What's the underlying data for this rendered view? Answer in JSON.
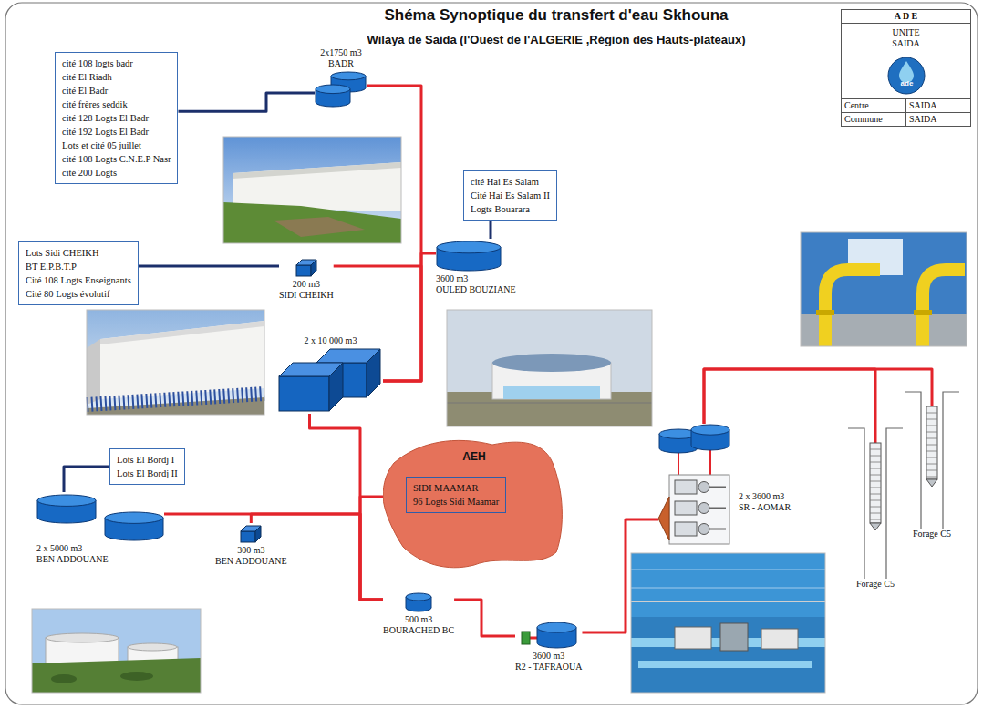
{
  "diagram": {
    "title": "Shéma Synoptique du transfert d'eau Skhouna",
    "nodes": [
      {
        "text": [
          "cité 108 logts badr",
          "cité El Riadh",
          "cité El Badr",
          "cité frères seddik",
          "cité 128 Logts El Badr",
          "cité 192 Logts El Badr",
          "Lots et cité 05 juillet",
          "cité 108 Logts C.N.E.P Nasr",
          "cité 200 Logts"
        ]
      },
      {
        "text": [
          "2x1750 m3",
          "BADR"
        ]
      },
      {
        "text": [
          "cité Hai Es Salam",
          "Cité Hai Es Salam II",
          "Logts Bouarara"
        ]
      },
      {
        "text": [
          "Lots Sidi CHEIKH",
          "BT E.P.B.T.P",
          "Cité 108 Logts Enseignants",
          "Cité 80 Logts évolutif"
        ]
      },
      {
        "text": [
          "200 m3",
          "SIDI CHEIKH"
        ]
      },
      {
        "text": [
          "3600 m3",
          "OULED BOUZIANE"
        ]
      },
      {
        "text": [
          "2 x 10 000 m3"
        ]
      },
      {
        "text": [
          "Lots El Bordj I",
          "Lots El Bordj II"
        ]
      },
      {
        "text": [
          "AEH"
        ]
      },
      {
        "text": [
          "SIDI MAAMAR",
          "96 Logts Sidi Maamar"
        ],
        "in": 8
      },
      {
        "text": [
          "2 x 5000 m3",
          "BEN ADDOUANE"
        ]
      },
      {
        "text": [
          "300 m3",
          "BEN ADDOUANE"
        ]
      },
      {
        "text": [
          "500 m3",
          "BOURACHED BC"
        ]
      },
      {
        "text": [
          "3600 m3",
          "R2 - TAFRAOUA"
        ]
      },
      {
        "text": [
          "2 x 3600 m3",
          "SR - AOMAR"
        ]
      },
      {
        "text": [
          "Forage C5"
        ]
      },
      {
        "text": [
          "Forage C5"
        ]
      },
      {
        "text": [
          "A D E",
          "UNITE SAIDA",
          "ade",
          "Centre",
          "SAIDA",
          "Commune",
          "SAIDA"
        ]
      }
    ],
    "edges": [
      {
        "from": 15,
        "to": 14,
        "arrow": "none"
      },
      {
        "from": 16,
        "to": 14,
        "arrow": "none"
      },
      {
        "from": 14,
        "to": 13,
        "arrow": "none"
      },
      {
        "from": 13,
        "to": 12,
        "arrow": "none"
      },
      {
        "from": 12,
        "to": 6,
        "arrow": "none"
      },
      {
        "from": 12,
        "to": 8,
        "arrow": "none"
      },
      {
        "from": 12,
        "to": 11,
        "arrow": "none"
      },
      {
        "from": 12,
        "to": 10,
        "arrow": "none"
      },
      {
        "from": 10,
        "to": 7,
        "arrow": "none"
      },
      {
        "from": 6,
        "to": 1,
        "arrow": "none"
      },
      {
        "from": 6,
        "to": 5,
        "arrow": "none"
      },
      {
        "from": 6,
        "to": 4,
        "arrow": "none"
      },
      {
        "from": 1,
        "to": 0,
        "arrow": "none"
      },
      {
        "from": 5,
        "to": 2,
        "arrow": "none"
      },
      {
        "from": 4,
        "to": 3,
        "arrow": "none"
      }
    ],
    "labels": [
      "Wilaya de Saida (l'Ouest de l'ALGERIE ,Région des Hauts-plateaux)"
    ]
  }
}
